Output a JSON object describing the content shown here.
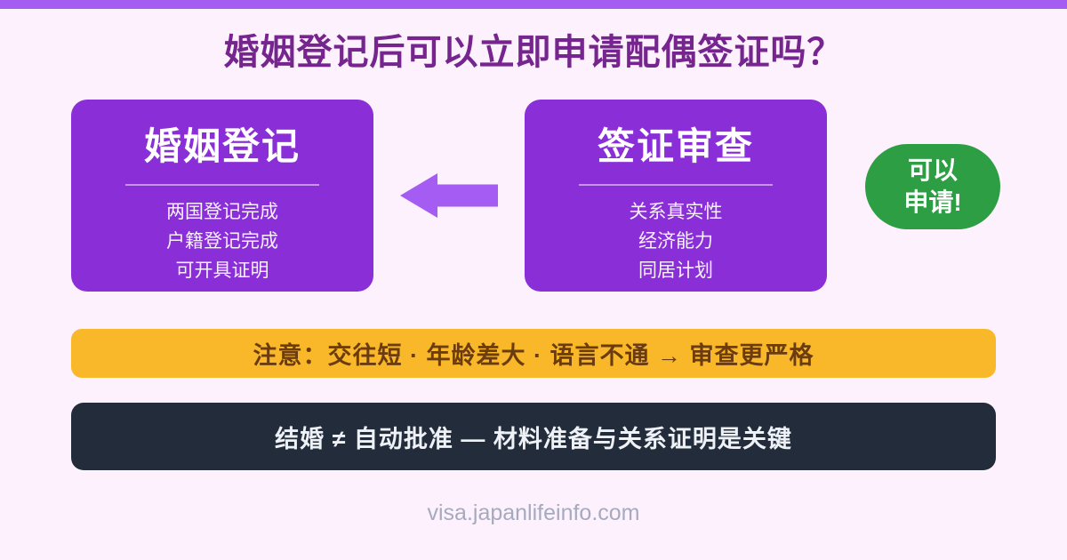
{
  "header": {
    "title": "婚姻登记后可以立即申请配偶签证吗？"
  },
  "cards": {
    "left": {
      "title": "婚姻登记",
      "items": [
        "两国登记完成",
        "户籍登记完成",
        "可开具证明"
      ]
    },
    "right": {
      "title": "签证审查",
      "items": [
        "关系真实性",
        "经济能力",
        "同居计划"
      ]
    }
  },
  "arrow": {
    "direction": "left",
    "icon": "left-arrow-icon"
  },
  "badge": {
    "line1": "可以",
    "line2": "申请!"
  },
  "warning": {
    "text": "注意：交往短 · 年龄差大 · 语言不通 → 审查更严格"
  },
  "conclusion": {
    "text": "结婚 ≠ 自动批准 — 材料准备与关系证明是关键"
  },
  "footer": {
    "url": "visa.japanlifeinfo.com"
  },
  "colors": {
    "background": "#fdf1fe",
    "top_strip": "#a55cf3",
    "card_purple": "#8a2ed8",
    "card_divider": "rgba(255,255,255,0.5)",
    "arrow_purple": "#a55cf3",
    "title_purple": "#75258d",
    "badge_green": "#2e9e44",
    "warning_yellow": "#f9b829",
    "warning_text_brown": "#6b3c10",
    "conclusion_navy": "#222c3a",
    "footer_gray": "#a6aabf"
  }
}
